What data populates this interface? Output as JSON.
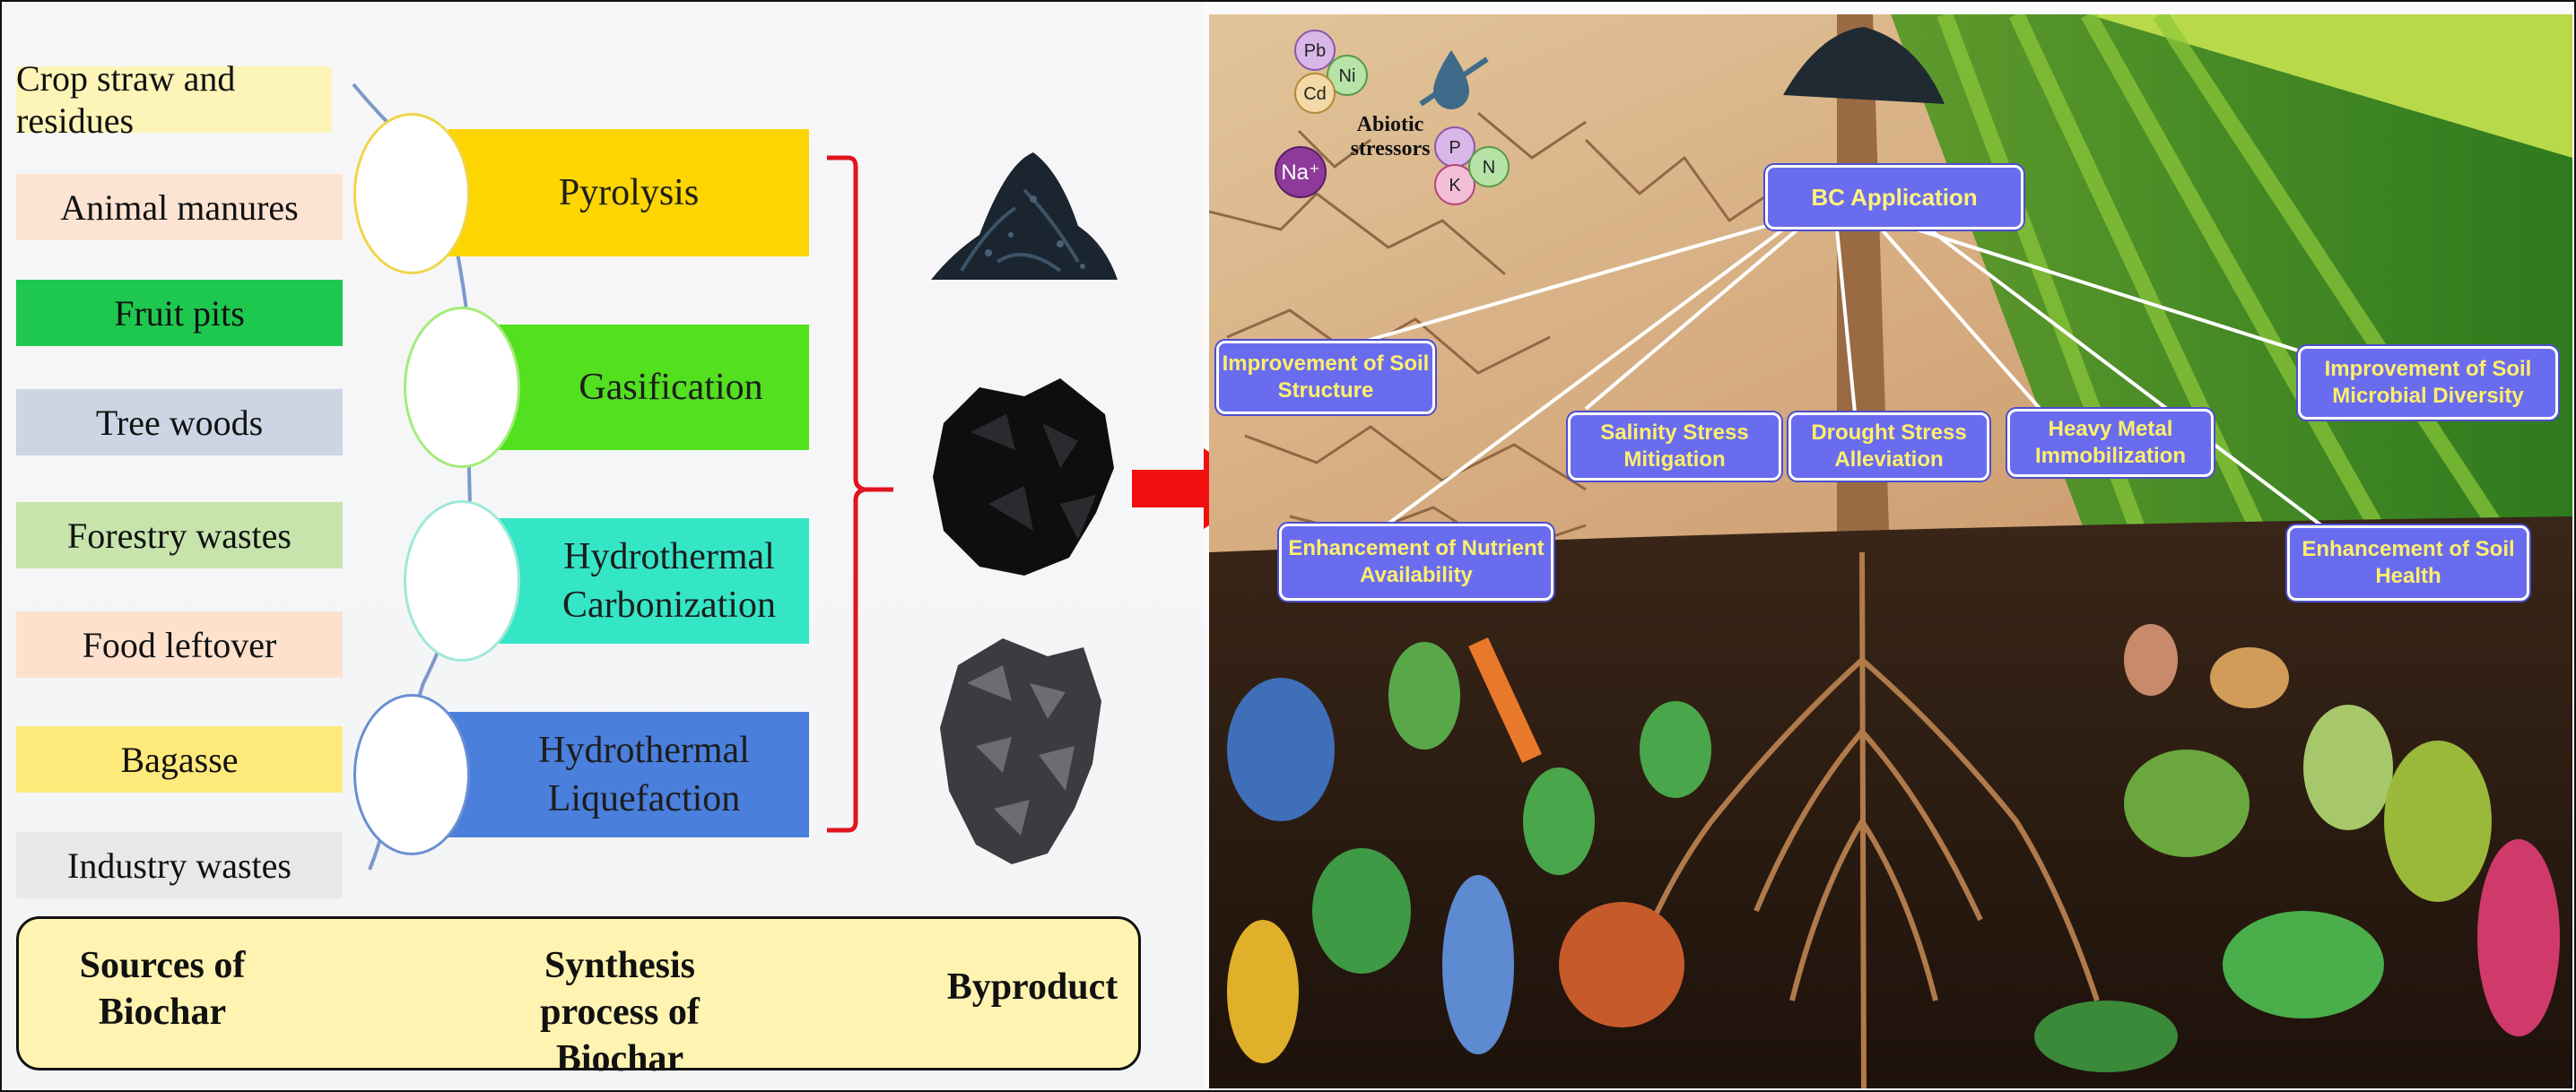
{
  "sources": {
    "heading": "Sources of Biochar",
    "items": [
      {
        "label": "Crop straw and residues",
        "color": "#fdf4b8"
      },
      {
        "label": "Animal manures",
        "color": "#fce3d2"
      },
      {
        "label": "Fruit pits",
        "color": "#1ec84f"
      },
      {
        "label": "Tree woods",
        "color": "#cbd5e4"
      },
      {
        "label": "Forestry wastes",
        "color": "#c6e4ac"
      },
      {
        "label": "Food leftover",
        "color": "#fde1cd"
      },
      {
        "label": "Bagasse",
        "color": "#fdea7a"
      },
      {
        "label": "Industry wastes",
        "color": "#e8e8e8"
      }
    ]
  },
  "processes": {
    "heading": "Synthesis process of Biochar",
    "items": [
      {
        "label": "Pyrolysis",
        "color": "#fdd500",
        "ring": "#efd54a"
      },
      {
        "label": "Gasification",
        "color": "#52e01f",
        "ring": "#a4ec7a"
      },
      {
        "label": "Hydrothermal Carbonization",
        "color": "#34e6c6",
        "ring": "#9fe9d8"
      },
      {
        "label": "Hydrothermal Liquefaction",
        "color": "#4a7fdc",
        "ring": "#6a8fd2"
      }
    ]
  },
  "byproduct": {
    "heading": "Byproduct"
  },
  "arrow_color": "#f20e0e",
  "bracket_color": "#e0141f",
  "field": {
    "center_box": "BC Application",
    "stressors_label": "Abiotic stressors",
    "ions": [
      "Pb",
      "Ni",
      "Cd",
      "Na⁺",
      "P",
      "K",
      "N"
    ],
    "benefits": [
      "Improvement of Soil Structure",
      "Salinity Stress Mitigation",
      "Drought Stress Alleviation",
      "Heavy Metal Immobilization",
      "Improvement of Soil Microbial Diversity",
      "Enhancement of Nutrient Availability",
      "Enhancement of Soil Health"
    ],
    "box_color": "#6a6cf0",
    "text_color": "#ffef6b"
  }
}
